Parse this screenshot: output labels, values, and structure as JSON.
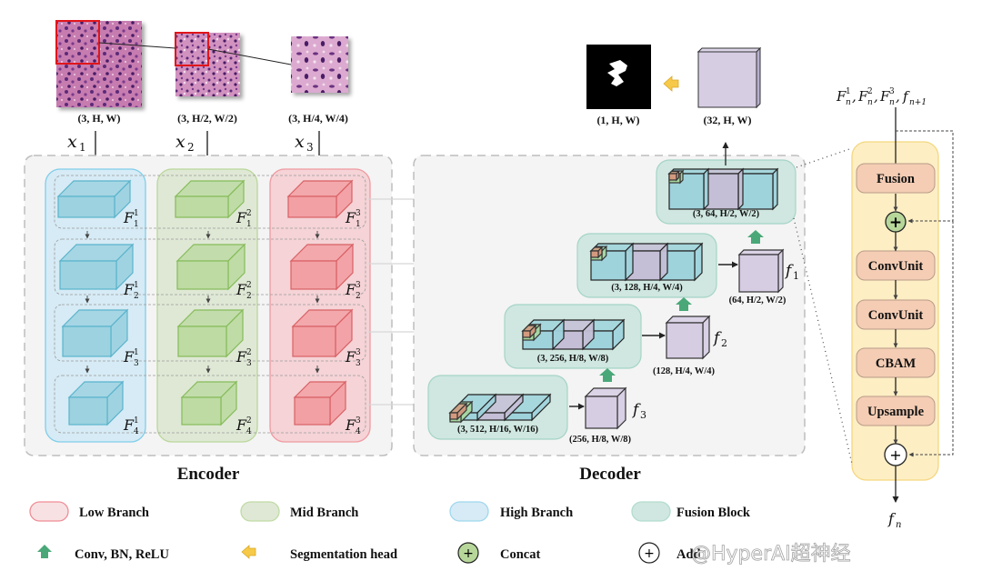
{
  "inputs": [
    {
      "name": "x1",
      "shape_label": "(3, H, W)",
      "var": "x",
      "sub": "1"
    },
    {
      "name": "x2",
      "shape_label": "(3, H/2, W/2)",
      "var": "x",
      "sub": "2"
    },
    {
      "name": "x3",
      "shape_label": "(3, H/4, W/4)",
      "var": "x",
      "sub": "3"
    }
  ],
  "encoder": {
    "title": "Encoder",
    "branches": [
      {
        "name": "high",
        "color_fill": "#d6ebf5",
        "color_stroke": "#7fcdea",
        "cube_fill": "#9dd2e0",
        "cube_stroke": "#5ab3cc",
        "sup": "1"
      },
      {
        "name": "mid",
        "color_fill": "#dfe8d5",
        "color_stroke": "#b9d79a",
        "cube_fill": "#bddba3",
        "cube_stroke": "#86bb5a",
        "sup": "2"
      },
      {
        "name": "low",
        "color_fill": "#f5d3d6",
        "color_stroke": "#ef9aa1",
        "cube_fill": "#f2a0a4",
        "cube_stroke": "#d86064",
        "sup": "3"
      }
    ],
    "features": [
      [
        {
          "var": "F",
          "sub": "1",
          "sup": "1"
        },
        {
          "var": "F",
          "sub": "1",
          "sup": "2"
        },
        {
          "var": "F",
          "sub": "1",
          "sup": "3"
        }
      ],
      [
        {
          "var": "F",
          "sub": "2",
          "sup": "1"
        },
        {
          "var": "F",
          "sub": "2",
          "sup": "2"
        },
        {
          "var": "F",
          "sub": "2",
          "sup": "3"
        }
      ],
      [
        {
          "var": "F",
          "sub": "3",
          "sup": "1"
        },
        {
          "var": "F",
          "sub": "3",
          "sup": "2"
        },
        {
          "var": "F",
          "sub": "3",
          "sup": "3"
        }
      ],
      [
        {
          "var": "F",
          "sub": "4",
          "sup": "1"
        },
        {
          "var": "F",
          "sub": "4",
          "sup": "2"
        },
        {
          "var": "F",
          "sub": "4",
          "sup": "3"
        }
      ]
    ]
  },
  "decoder": {
    "title": "Decoder",
    "fusion_blocks": [
      {
        "label": "(3, 64, H/2, W/2)"
      },
      {
        "label": "(3, 128, H/4, W/4)"
      },
      {
        "label": "(3, 256, H/8, W/8)"
      },
      {
        "label": "(3, 512, H/16, W/16)"
      }
    ],
    "features": [
      {
        "var": "f",
        "sub": "1",
        "label": "(64, H/2, W/2)"
      },
      {
        "var": "f",
        "sub": "2",
        "label": "(128, H/4, W/4)"
      },
      {
        "var": "f",
        "sub": "3",
        "label": "(256, H/8, W/8)"
      }
    ],
    "output_feature_label": "(32, H, W)",
    "mask_label": "(1, H, W)"
  },
  "fusion_detail": {
    "input_label": "F_n^1, F_n^2, F_n^3, f_{n+1}",
    "steps": [
      "Fusion",
      "ConvUnit",
      "ConvUnit",
      "CBAM",
      "Upsample"
    ],
    "output": {
      "var": "f",
      "sub": "n"
    }
  },
  "legend": [
    {
      "name": "low-branch",
      "label": "Low Branch"
    },
    {
      "name": "mid-branch",
      "label": "Mid Branch"
    },
    {
      "name": "high-branch",
      "label": "High Branch"
    },
    {
      "name": "fusion-block",
      "label": "Fusion Block"
    },
    {
      "name": "conv-bn-relu",
      "label": "Conv, BN, ReLU"
    },
    {
      "name": "segmentation-head",
      "label": "Segmentation head"
    },
    {
      "name": "concat",
      "label": "Concat"
    },
    {
      "name": "add",
      "label": "Add"
    }
  ],
  "colors": {
    "fusion_fill": "#cfe7e0",
    "fusion_stroke": "#a5d4c6",
    "step_fill": "#f4cdb4",
    "step_stroke": "#b99a88",
    "detail_fill": "#fdeec4",
    "detail_stroke": "#f5d77f",
    "concat_fill": "#b7d79a",
    "arrow_green": "#4aa878",
    "arrow_yellow": "#f7c948",
    "feat_cube": "#d6cde3"
  },
  "watermark": "@HyperAI超神经"
}
